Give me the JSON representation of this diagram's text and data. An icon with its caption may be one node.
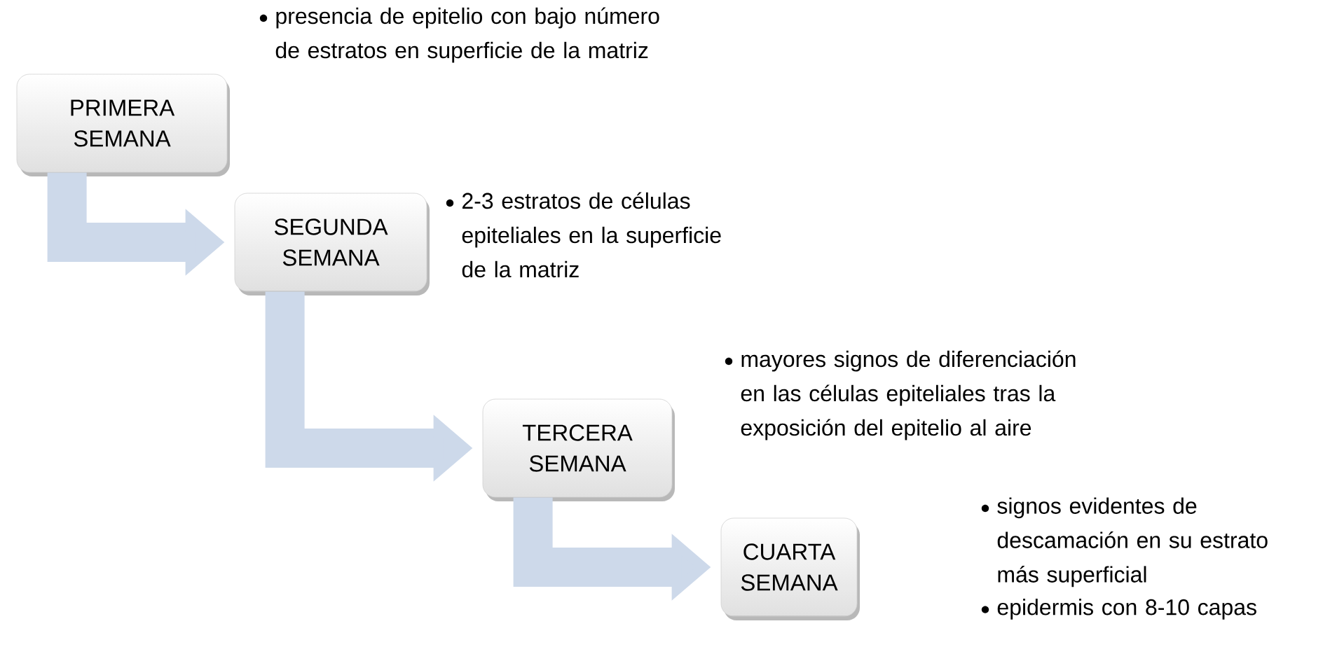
{
  "diagram": {
    "nodes": [
      {
        "text": [
          "PRIMERA SEMANA"
        ],
        "beside": [
          "presencia de epitelio con bajo número de estratos en superficie de la matriz"
        ]
      },
      {
        "text": [
          "SEGUNDA SEMANA"
        ],
        "beside": [
          "2-3 estratos de células epiteliales en la superficie de la matriz"
        ]
      },
      {
        "text": [
          "TERCERA SEMANA"
        ],
        "beside": [
          "mayores signos de diferenciación en las células epiteliales tras la exposición del epitelio al aire"
        ]
      },
      {
        "text": [
          "CUARTA SEMANA"
        ],
        "beside": [
          "signos evidentes de descamación en su estrato más superficial",
          "epidermis con 8-10 capas"
        ]
      }
    ],
    "edges": [
      {
        "from": 0,
        "to": 1,
        "arrow": "to"
      },
      {
        "from": 1,
        "to": 2,
        "arrow": "to"
      },
      {
        "from": 2,
        "to": 3,
        "arrow": "to"
      }
    ]
  }
}
